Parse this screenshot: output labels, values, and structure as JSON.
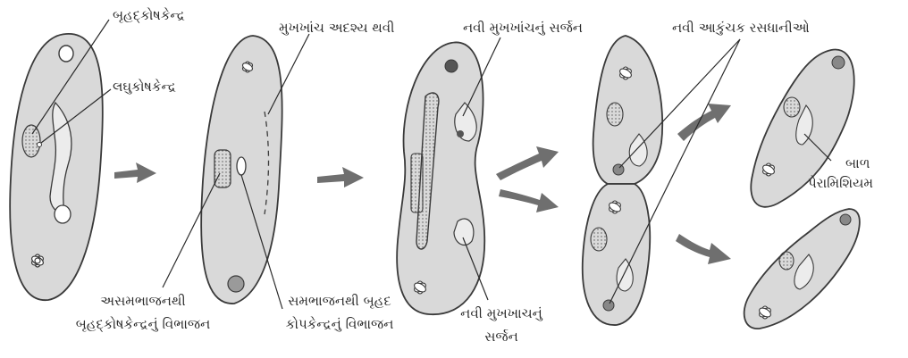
{
  "labels": {
    "macronucleus": "બૃહદ્કોષકેન્દ્ર",
    "micronucleus": "લઘુકોષકેન્દ્ર",
    "oral_groove_disappears": "મુખખાંચ અદશ્ય થવી",
    "new_oral_groove_top": "નવી મુખખાંચનું સર્જન",
    "new_contractile_vacuoles": "નવી આકુંચક રસધાનીઓ",
    "young_paramecium_line1": "બાળ",
    "young_paramecium_line2": "પેરામિશિયમ",
    "amitotic_line1": "અસમભાજનથી",
    "amitotic_line2": "બૃહદ્કોષકેન્દ્રનું વિભાજન",
    "mitotic_line1": "સમભાજનથી બૃહદ",
    "mitotic_line2": "કોપકેન્દ્રનું વિભાજન",
    "new_oral_groove_bottom_line1": "નવી મુખખાચનું",
    "new_oral_groove_bottom_line2": "સર્જન"
  },
  "colors": {
    "cell_fill": "#d9d9d9",
    "outline": "#3a3a3a",
    "arrow": "#6f6f6f",
    "leader": "#2a2a2a"
  }
}
